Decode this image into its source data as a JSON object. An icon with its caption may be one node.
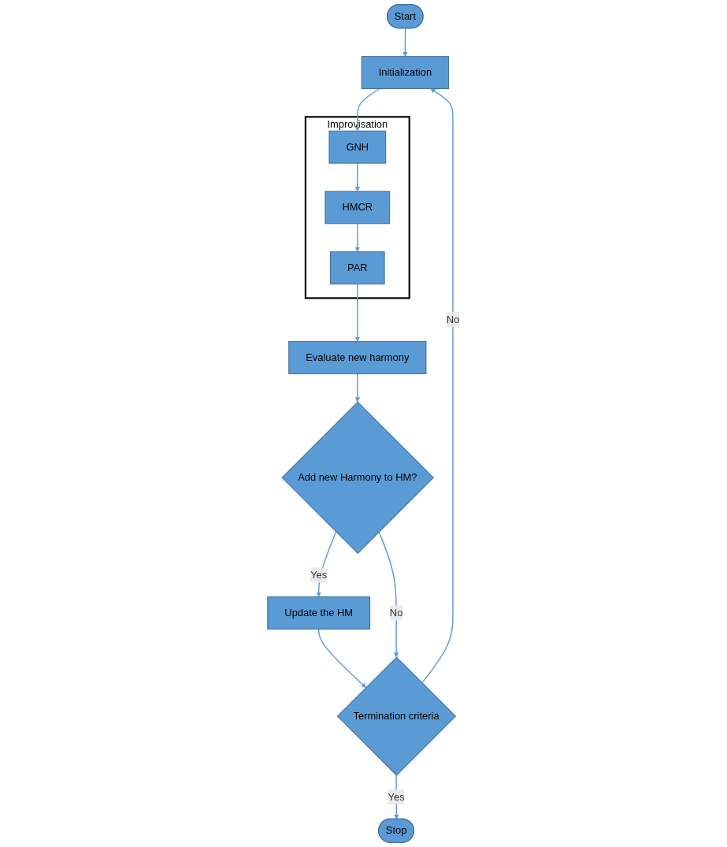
{
  "diagram": {
    "nodes": [
      {
        "text": [
          "Start"
        ]
      },
      {
        "text": [
          "Initialization"
        ]
      },
      {
        "text": [
          "Improvisation"
        ]
      },
      {
        "text": [
          "GNH"
        ],
        "in": 2
      },
      {
        "text": [
          "HMCR"
        ],
        "in": 2
      },
      {
        "text": [
          "PAR"
        ],
        "in": 2
      },
      {
        "text": [
          "Evaluate new harmony"
        ]
      },
      {
        "text": [
          "Add new Harmony to HM?"
        ]
      },
      {
        "text": [
          "Update the HM"
        ]
      },
      {
        "text": [
          "Termination criteria"
        ]
      },
      {
        "text": [
          "Stop"
        ]
      }
    ],
    "edges": [
      {
        "from": 0,
        "to": 1,
        "arrow": "to"
      },
      {
        "from": 1,
        "to": 3,
        "arrow": "to"
      },
      {
        "from": 3,
        "to": 4,
        "arrow": "to"
      },
      {
        "from": 4,
        "to": 5,
        "arrow": "to"
      },
      {
        "from": 5,
        "to": 6,
        "arrow": "to"
      },
      {
        "from": 6,
        "to": 7,
        "arrow": "to"
      },
      {
        "from": 7,
        "to": 8,
        "label": "Yes",
        "arrow": "to"
      },
      {
        "from": 8,
        "to": 9,
        "arrow": "to"
      },
      {
        "from": 7,
        "to": 9,
        "label": "No",
        "arrow": "to"
      },
      {
        "from": 9,
        "to": 10,
        "label": "Yes",
        "arrow": "to"
      },
      {
        "from": 9,
        "to": 1,
        "label": "No",
        "arrow": "to"
      }
    ]
  }
}
